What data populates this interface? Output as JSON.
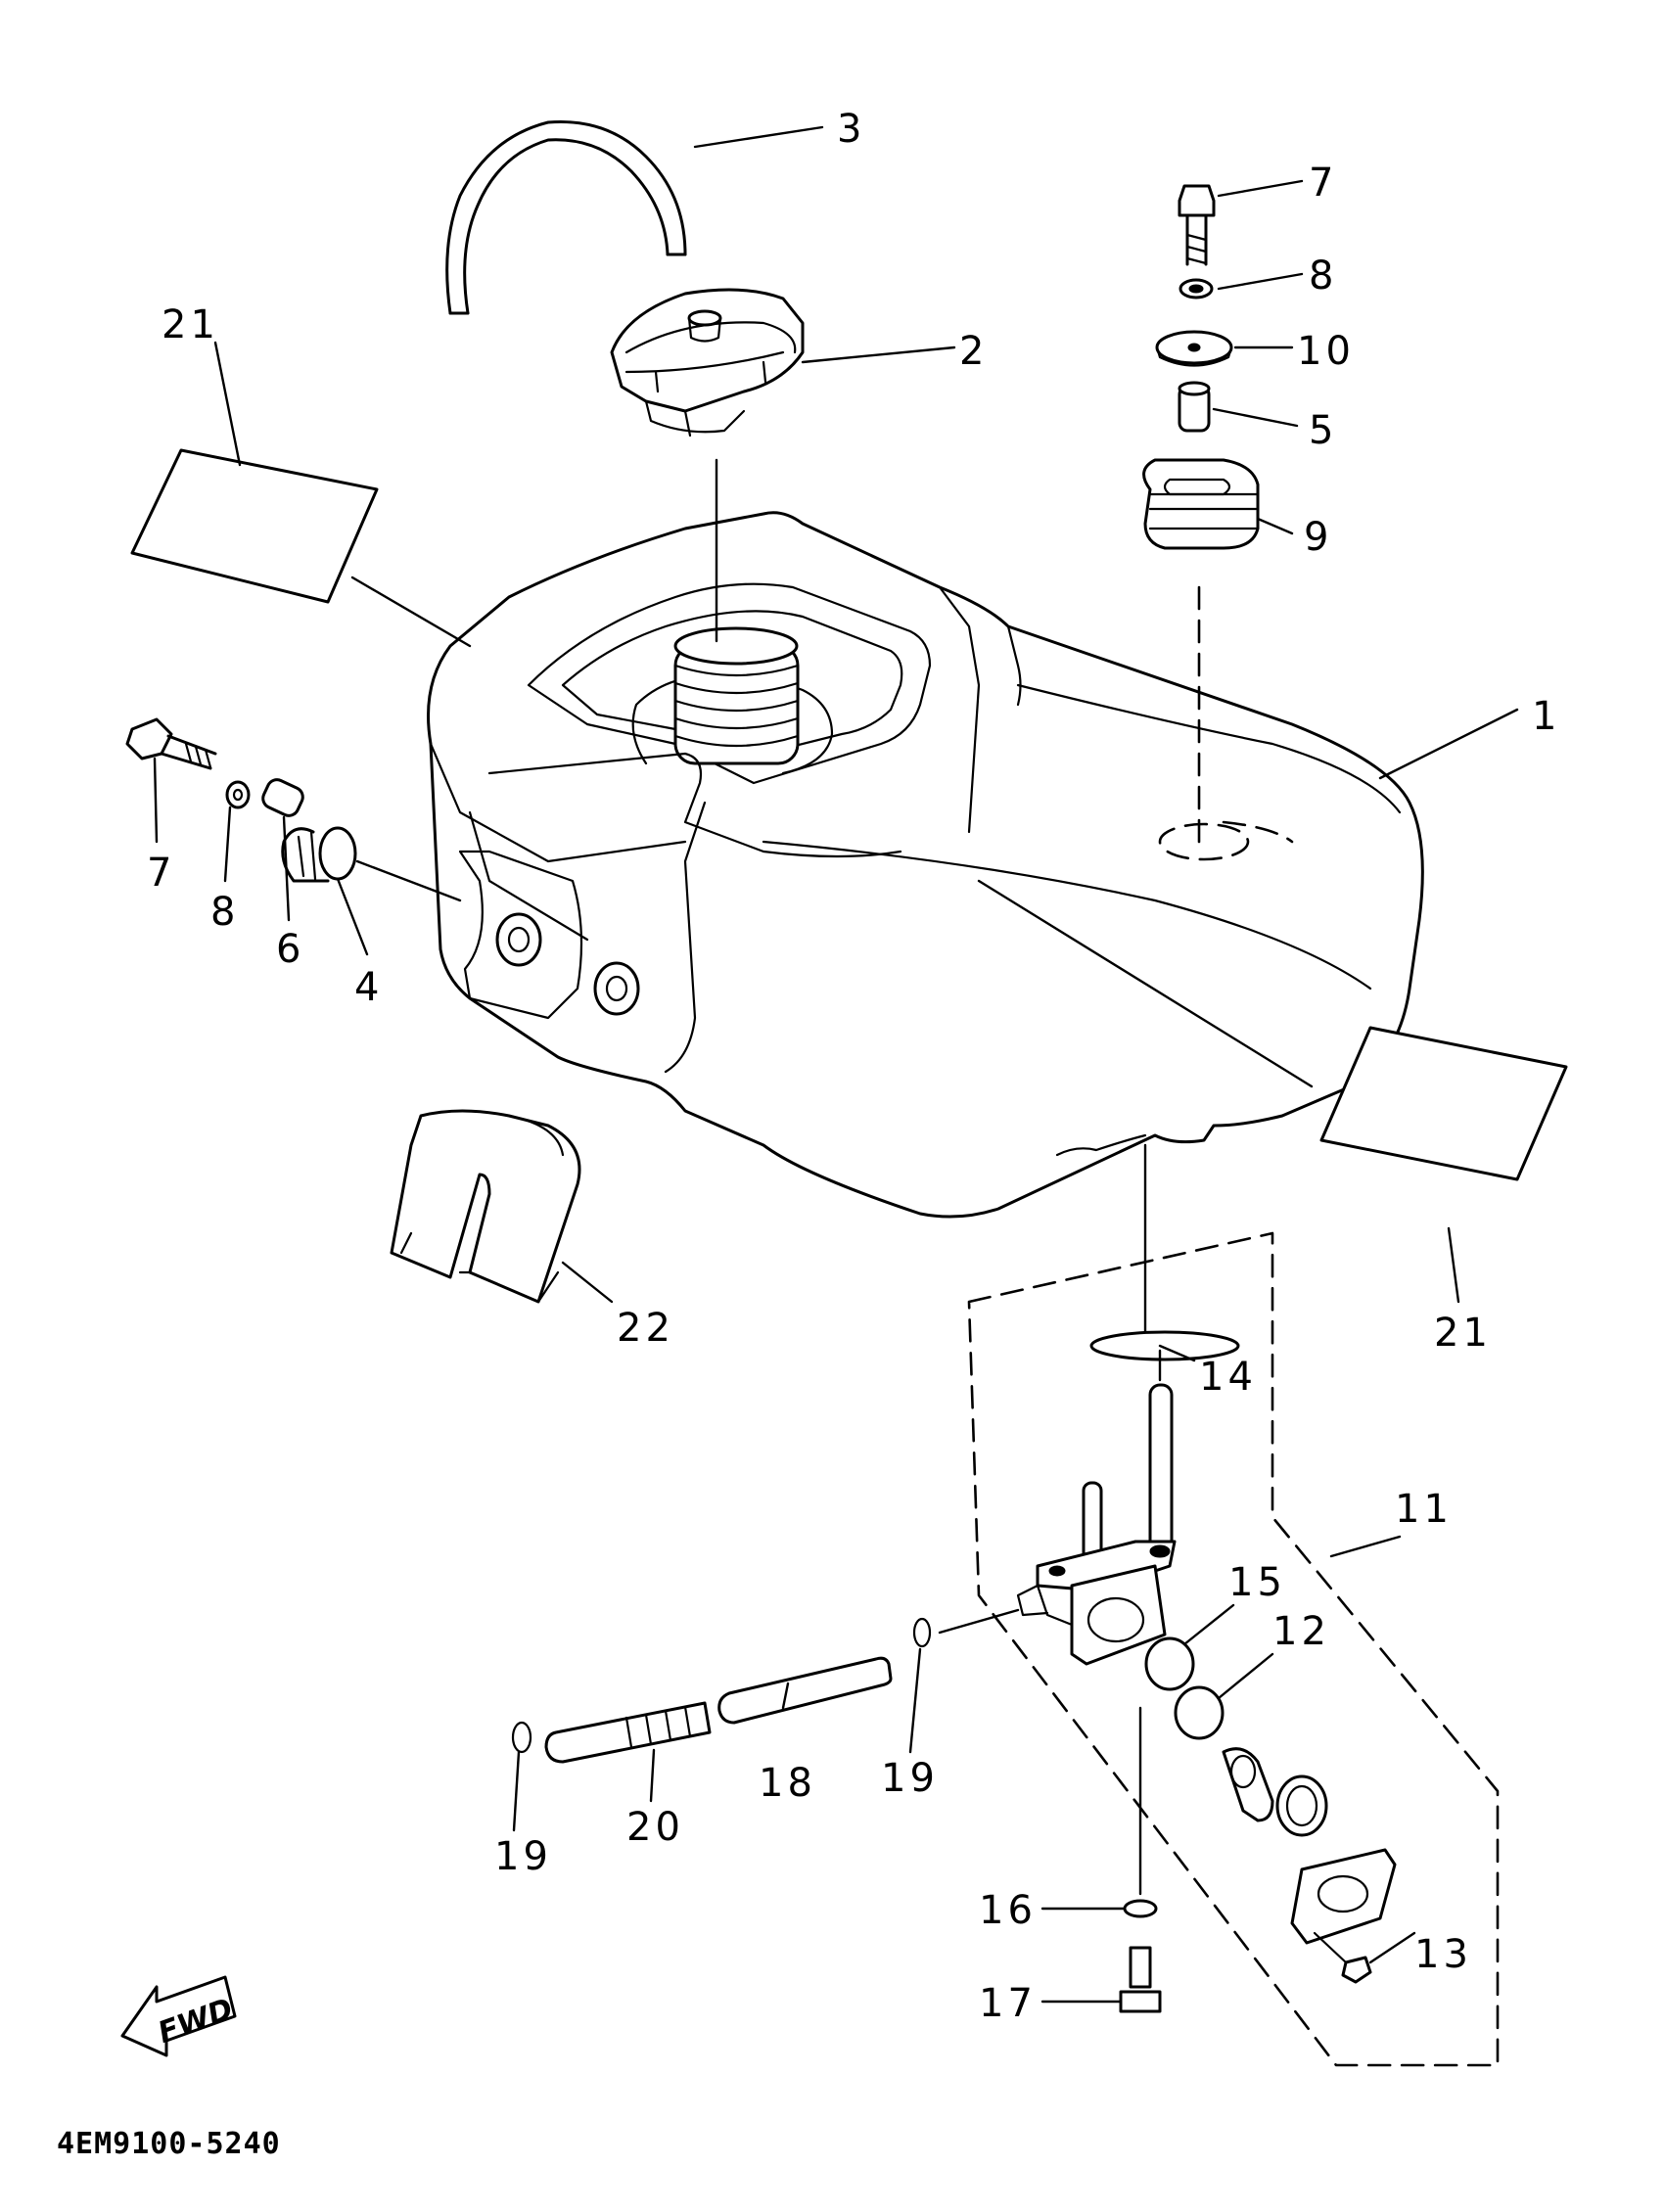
{
  "diagram": {
    "part_code": "4EM9100-5240",
    "fwd_label": "FWD",
    "callouts": [
      "1",
      "2",
      "3",
      "4",
      "5",
      "6",
      "7",
      "8",
      "9",
      "10",
      "11",
      "12",
      "13",
      "14",
      "15",
      "16",
      "17",
      "18",
      "19",
      "20",
      "21",
      "22"
    ]
  }
}
